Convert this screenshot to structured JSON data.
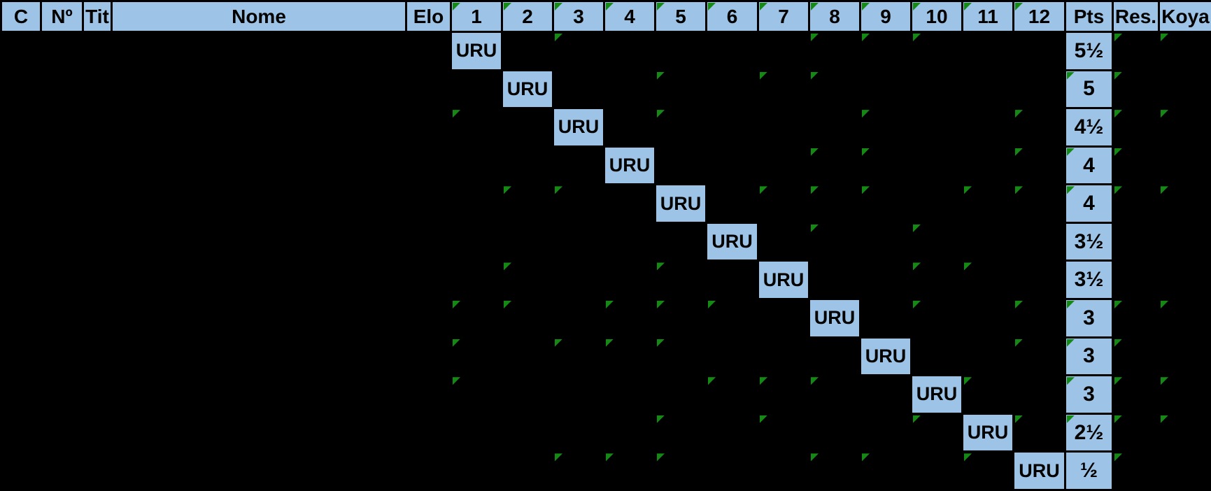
{
  "table": {
    "country_code": "URU",
    "headers": [
      {
        "key": "C",
        "label": "C",
        "flag": false
      },
      {
        "key": "No",
        "label": "Nº",
        "flag": false
      },
      {
        "key": "Tit",
        "label": "Tit",
        "flag": false
      },
      {
        "key": "Nome",
        "label": "Nome",
        "flag": false
      },
      {
        "key": "Elo",
        "label": "Elo",
        "flag": false
      },
      {
        "key": "1",
        "label": "1",
        "flag": true
      },
      {
        "key": "2",
        "label": "2",
        "flag": true
      },
      {
        "key": "3",
        "label": "3",
        "flag": true
      },
      {
        "key": "4",
        "label": "4",
        "flag": true
      },
      {
        "key": "5",
        "label": "5",
        "flag": true
      },
      {
        "key": "6",
        "label": "6",
        "flag": true
      },
      {
        "key": "7",
        "label": "7",
        "flag": true
      },
      {
        "key": "8",
        "label": "8",
        "flag": true
      },
      {
        "key": "9",
        "label": "9",
        "flag": true
      },
      {
        "key": "10",
        "label": "10",
        "flag": true
      },
      {
        "key": "11",
        "label": "11",
        "flag": true
      },
      {
        "key": "12",
        "label": "12",
        "flag": true
      },
      {
        "key": "Pts",
        "label": "Pts",
        "flag": false
      },
      {
        "key": "Res",
        "label": "Res.",
        "flag": false
      },
      {
        "key": "Koya",
        "label": "Koya",
        "flag": false
      }
    ],
    "rows": [
      {
        "diagonal_round": "1",
        "federation": "URU",
        "pts": "5½",
        "flags": [
          "3",
          "8",
          "9",
          "10",
          "Res",
          "Koya"
        ]
      },
      {
        "diagonal_round": "2",
        "federation": "URU",
        "pts": "5",
        "flags": [
          "5",
          "7",
          "8",
          "Pts",
          "Res"
        ]
      },
      {
        "diagonal_round": "3",
        "federation": "URU",
        "pts": "4½",
        "flags": [
          "1",
          "5",
          "9",
          "12",
          "Res",
          "Koya"
        ]
      },
      {
        "diagonal_round": "4",
        "federation": "URU",
        "pts": "4",
        "flags": [
          "8",
          "9",
          "12",
          "Pts",
          "Res"
        ]
      },
      {
        "diagonal_round": "5",
        "federation": "URU",
        "pts": "4",
        "flags": [
          "2",
          "3",
          "7",
          "8",
          "9",
          "11",
          "12",
          "Pts",
          "Res",
          "Koya"
        ]
      },
      {
        "diagonal_round": "6",
        "federation": "URU",
        "pts": "3½",
        "flags": [
          "8",
          "10"
        ]
      },
      {
        "diagonal_round": "7",
        "federation": "URU",
        "pts": "3½",
        "flags": [
          "2",
          "5",
          "10",
          "11"
        ]
      },
      {
        "diagonal_round": "8",
        "federation": "URU",
        "pts": "3",
        "flags": [
          "1",
          "2",
          "4",
          "5",
          "6",
          "10",
          "12",
          "Pts",
          "Res",
          "Koya"
        ]
      },
      {
        "diagonal_round": "9",
        "federation": "URU",
        "pts": "3",
        "flags": [
          "1",
          "3",
          "4",
          "5",
          "12",
          "Pts",
          "Res"
        ]
      },
      {
        "diagonal_round": "10",
        "federation": "URU",
        "pts": "3",
        "flags": [
          "1",
          "6",
          "7",
          "8",
          "11",
          "Pts",
          "Res",
          "Koya"
        ]
      },
      {
        "diagonal_round": "11",
        "federation": "URU",
        "pts": "2½",
        "flags": [
          "5",
          "7",
          "10",
          "12",
          "Pts",
          "Res",
          "Koya"
        ]
      },
      {
        "diagonal_round": "12",
        "federation": "URU",
        "pts": "½",
        "flags": [
          "3",
          "4",
          "5",
          "8",
          "9",
          "11",
          "Res"
        ]
      }
    ]
  },
  "colors": {
    "cell_blue": "#9DC3E6",
    "indicator_green": "#148A14",
    "background": "#000000",
    "text": "#000000"
  }
}
